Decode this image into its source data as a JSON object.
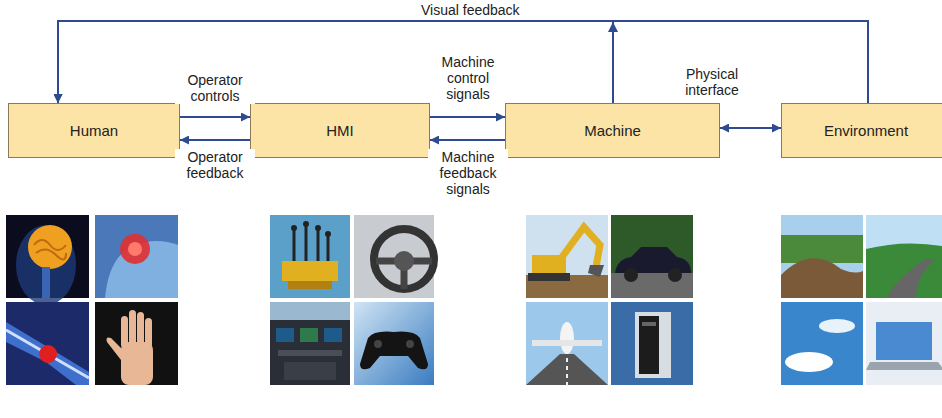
{
  "diagram": {
    "nodes": [
      {
        "text": [
          "Human"
        ]
      },
      {
        "text": [
          "HMI"
        ]
      },
      {
        "text": [
          "Machine"
        ]
      },
      {
        "text": [
          "Environment"
        ]
      }
    ],
    "edges": [
      {
        "from": 0,
        "to": 1,
        "label": "Operator controls",
        "arrow": "to"
      },
      {
        "from": 1,
        "to": 0,
        "label": "Operator feedback",
        "arrow": "to"
      },
      {
        "from": 1,
        "to": 2,
        "label": "Machine control signals",
        "arrow": "to"
      },
      {
        "from": 2,
        "to": 1,
        "label": "Machine feedback signals",
        "arrow": "to"
      },
      {
        "from": 2,
        "to": 3,
        "label": "Physical interface",
        "arrow": "both"
      },
      {
        "from": 3,
        "to": 0,
        "label": "Visual feedback",
        "arrow": "to"
      },
      {
        "from": 2,
        "to": 0,
        "arrow": "to"
      }
    ]
  }
}
